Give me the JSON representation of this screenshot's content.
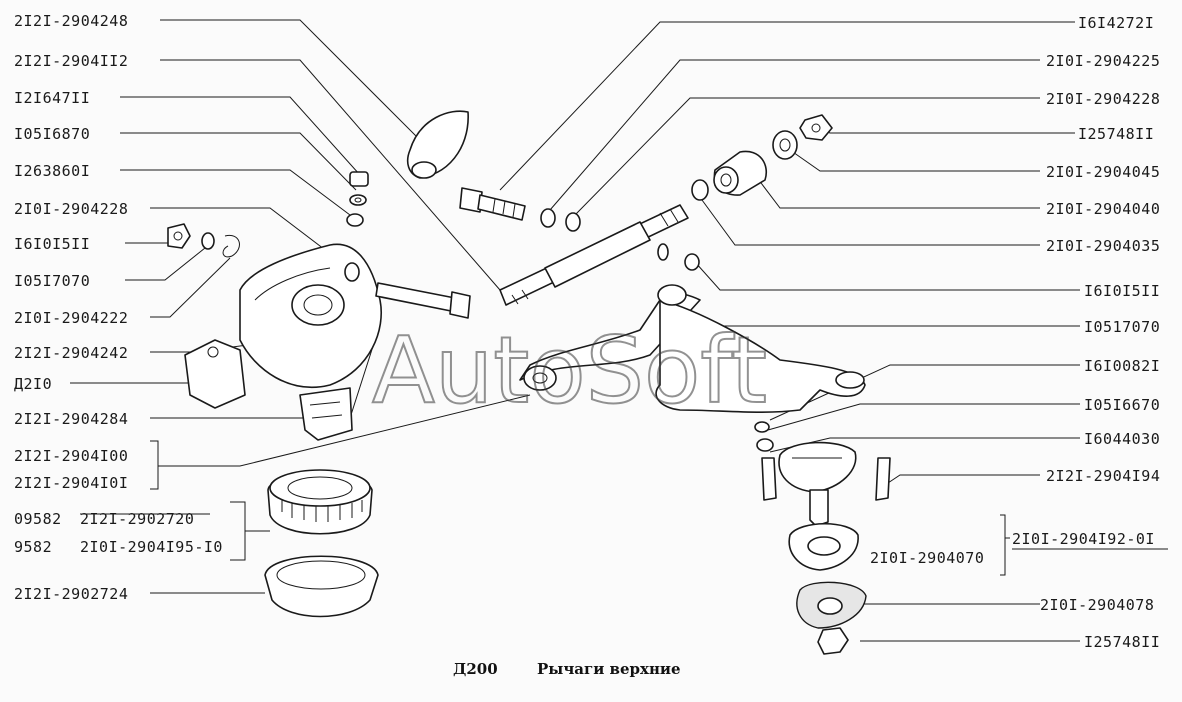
{
  "labels_left": [
    "2I2I-2904248",
    "2I2I-2904II2",
    "I2I647II",
    "I05I6870",
    "I263860I",
    "2I0I-2904228",
    "I6I0I5II",
    "I05I7070",
    "2I0I-2904222",
    "2I2I-2904242",
    "Д2I0",
    "2I2I-2904284",
    "2I2I-2904I00",
    "2I2I-2904I0I",
    "09582",
    "2I2I-2902720",
    "9582",
    "2I0I-2904I95-I0",
    "2I2I-2902724"
  ],
  "labels_right": [
    "I6I4272I",
    "2I0I-2904225",
    "2I0I-2904228",
    "I25748II",
    "2I0I-2904045",
    "2I0I-2904040",
    "2I0I-2904035",
    "I6I0I5II",
    "I0517070",
    "I6I0082I",
    "I05I6670",
    "I6044030",
    "2I2I-2904I94",
    "2I0I-2904I92-0I",
    "2I0I-2904078",
    "I25748II"
  ],
  "label_center": "2I0I-2904070",
  "watermark": "AutoSoft",
  "caption": {
    "code": "Д200",
    "title": "Рычаги верхние"
  }
}
